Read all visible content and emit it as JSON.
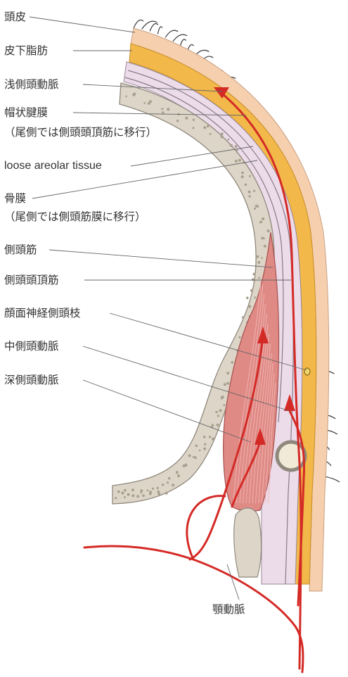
{
  "labels": {
    "scalp": "頭皮",
    "subcutaneous_fat": "皮下脂肪",
    "superficial_temporal_artery": "浅側頭動脈",
    "galea_line1": "帽状腱膜",
    "galea_line2": "（尾側では側頭頭頂筋に移行）",
    "loose_areolar": "loose areolar tissue",
    "periosteum_line1": "骨膜",
    "periosteum_line2": "（尾側では側頭筋膜に移行）",
    "temporalis": "側頭筋",
    "temporoparietalis": "側頭頭頂筋",
    "facial_nerve_temporal_branch": "顔面神経側頭枝",
    "middle_temporal_artery": "中側頭動脈",
    "deep_temporal_artery": "深側頭動脈",
    "carotid_artery": "顎動脈"
  },
  "colors": {
    "scalp_skin": "#f6cfae",
    "fat": "#f2b84a",
    "galea": "#e9d9e6",
    "bone": "#ddd5c8",
    "muscle": "#e08a86",
    "artery": "#d42a26",
    "leader_line": "#666666",
    "hair": "#3a3a3a"
  }
}
